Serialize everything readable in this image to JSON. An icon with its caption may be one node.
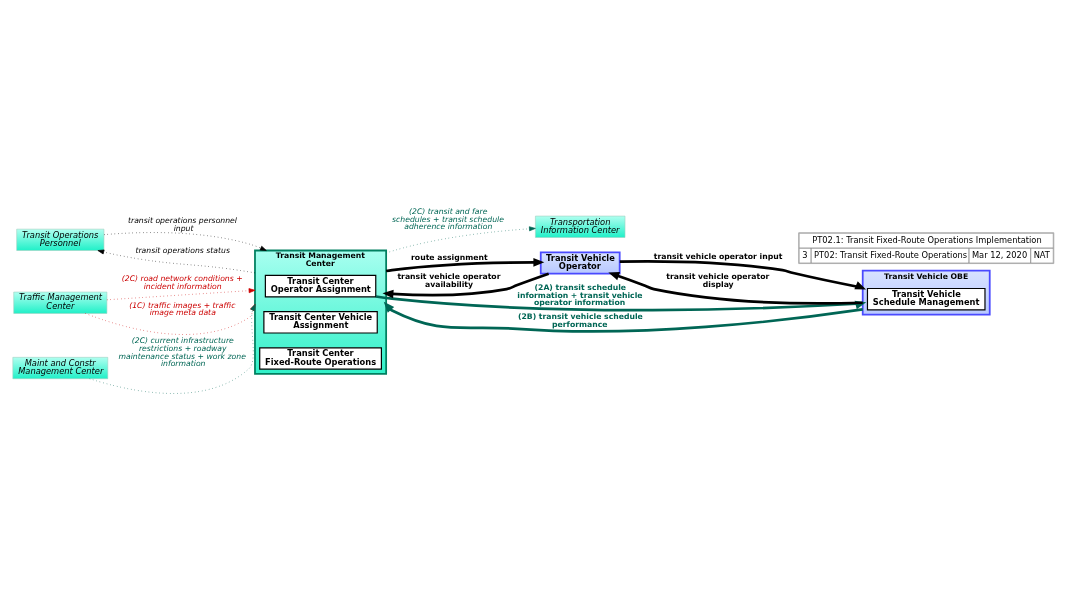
{
  "diagram": {
    "nodes": [
      {
        "text": [
          "Transit Operations Personnel"
        ]
      },
      {
        "text": [
          "Traffic Management Center"
        ]
      },
      {
        "text": [
          "Maint and Constr Management Center"
        ]
      },
      {
        "text": [
          "Transportation Information Center"
        ]
      },
      {
        "text": [
          "Transit Management Center"
        ]
      },
      {
        "text": [
          "Transit Center Operator Assignment"
        ],
        "in": 4
      },
      {
        "text": [
          "Transit Center Vehicle Assignment"
        ],
        "in": 4
      },
      {
        "text": [
          "Transit Center Fixed-Route Operations"
        ],
        "in": 4
      },
      {
        "text": [
          "Transit Vehicle Operator"
        ]
      },
      {
        "text": [
          "Transit Vehicle OBE"
        ]
      },
      {
        "text": [
          "Transit Vehicle Schedule Management"
        ],
        "in": 9
      }
    ],
    "edges": [
      {
        "from": 0,
        "to": 4,
        "arrow": "to",
        "label": "transit operations personnel input",
        "style": "dashed"
      },
      {
        "from": 4,
        "to": 0,
        "arrow": "to",
        "label": "transit operations status",
        "style": "dashed"
      },
      {
        "from": 1,
        "to": 4,
        "arrow": "to",
        "label": "(2C) road network conditions + incident information",
        "style": "dashed",
        "color": "#cc0000"
      },
      {
        "from": 1,
        "to": 4,
        "arrow": "to",
        "label": "(1C) traffic images + traffic image meta data",
        "style": "dashed",
        "color": "#cc0000"
      },
      {
        "from": 2,
        "to": 4,
        "arrow": "to",
        "label": "(2C) current infrastructure restrictions + roadway maintenance status + work zone information",
        "style": "dashed",
        "color": "#006655"
      },
      {
        "from": 4,
        "to": 3,
        "arrow": "to",
        "label": "(2C) transit and fare schedules + transit schedule adherence information",
        "style": "dashed",
        "color": "#006655"
      },
      {
        "from": 4,
        "to": 8,
        "arrow": "to",
        "label": "route assignment",
        "style": "thick"
      },
      {
        "from": 8,
        "to": 4,
        "arrow": "to",
        "label": "transit vehicle operator availability",
        "style": "thick"
      },
      {
        "from": 8,
        "to": 9,
        "arrow": "to",
        "label": "transit vehicle operator input",
        "style": "thick"
      },
      {
        "from": 9,
        "to": 8,
        "arrow": "to",
        "label": "transit vehicle operator display",
        "style": "thick"
      },
      {
        "from": 5,
        "to": 9,
        "arrow": "to",
        "label": "(2A) transit schedule information + transit vehicle operator information",
        "style": "thick",
        "color": "#006655"
      },
      {
        "from": 9,
        "to": 4,
        "arrow": "to",
        "label": "(2B) transit vehicle schedule performance",
        "style": "thick",
        "color": "#006655"
      }
    ],
    "labels": [
      "PT02.1: Transit Fixed-Route Operations Implementation",
      "3",
      "PT02: Transit Fixed-Route Operations",
      "Mar 12, 2020",
      "NAT"
    ]
  }
}
